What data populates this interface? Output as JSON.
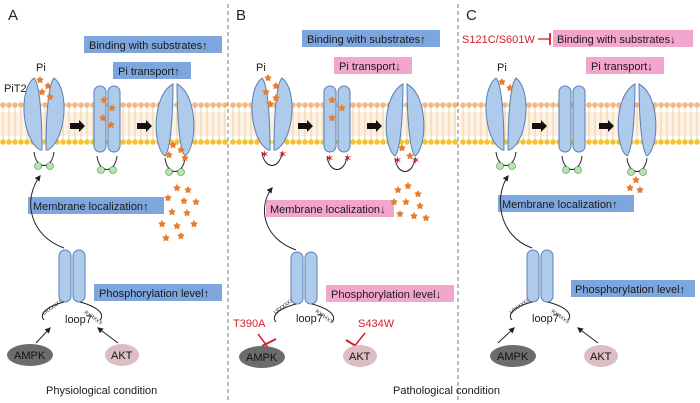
{
  "colors": {
    "blue_box": "#7ea6de",
    "pink_box": "#f2a6cd",
    "transporter": "#aecbec",
    "transporter_stroke": "#5a7fb5",
    "pi_orange": "#e87d2e",
    "membrane_head": "#f1b884",
    "membrane_head2": "#f4c430",
    "ampk": "#6c6c6c",
    "akt": "#dcbdc4",
    "phospho": "#b6e3b0",
    "mutation_red": "#d21f2a"
  },
  "icons": {
    "up_arrow": "up-arrow-icon",
    "down_arrow": "down-arrow-icon",
    "inhibit": "inhibition-bar-icon"
  },
  "panels": [
    {
      "letter": "A",
      "pi_label": "Pi",
      "pit2_label": "PiT2",
      "binding": {
        "text": "Binding with substrates",
        "arrow": "↑",
        "color": "blue"
      },
      "transport": {
        "text": "Pi transport",
        "arrow": "↑",
        "color": "blue"
      },
      "membrane": {
        "text": "Membrane localization",
        "arrow": "↑",
        "color": "blue"
      },
      "phospho": {
        "text": "Phosphorylation level",
        "arrow": "↑",
        "color": "blue"
      },
      "loop": "loop7",
      "motif_left": "LRXXXXS",
      "motif_right": "RXRXXS",
      "kinase1": "AMPK",
      "kinase2": "AKT"
    },
    {
      "letter": "B",
      "pi_label": "Pi",
      "binding": {
        "text": "Binding with substrates",
        "arrow": "↑",
        "color": "blue"
      },
      "transport": {
        "text": "Pi transport",
        "arrow": "↓",
        "color": "pink"
      },
      "membrane": {
        "text": "Membrane localization",
        "arrow": "↓",
        "color": "pink"
      },
      "phospho": {
        "text": "Phosphorylation level",
        "arrow": "↓",
        "color": "pink"
      },
      "loop": "loop7",
      "motif_left": "LRXXXXS",
      "motif_right": "RXRXXS",
      "mutation1": "T390A",
      "mutation2": "S434W",
      "kinase1": "AMPK",
      "kinase2": "AKT"
    },
    {
      "letter": "C",
      "pi_label": "Pi",
      "mutation_binding": "S121C/S601W",
      "binding": {
        "text": "Binding with substrates",
        "arrow": "↓",
        "color": "pink"
      },
      "transport": {
        "text": "Pi transport",
        "arrow": "↓",
        "color": "pink"
      },
      "membrane": {
        "text": "Membrane localization",
        "arrow": "↑",
        "color": "blue"
      },
      "phospho": {
        "text": "Phosphorylation level",
        "arrow": "↑",
        "color": "blue"
      },
      "loop": "loop7",
      "motif_left": "LRXXXXS",
      "motif_right": "RXRXXS",
      "kinase1": "AMPK",
      "kinase2": "AKT"
    }
  ],
  "footer": {
    "left": "Physiological condition",
    "right": "Pathological condition"
  }
}
